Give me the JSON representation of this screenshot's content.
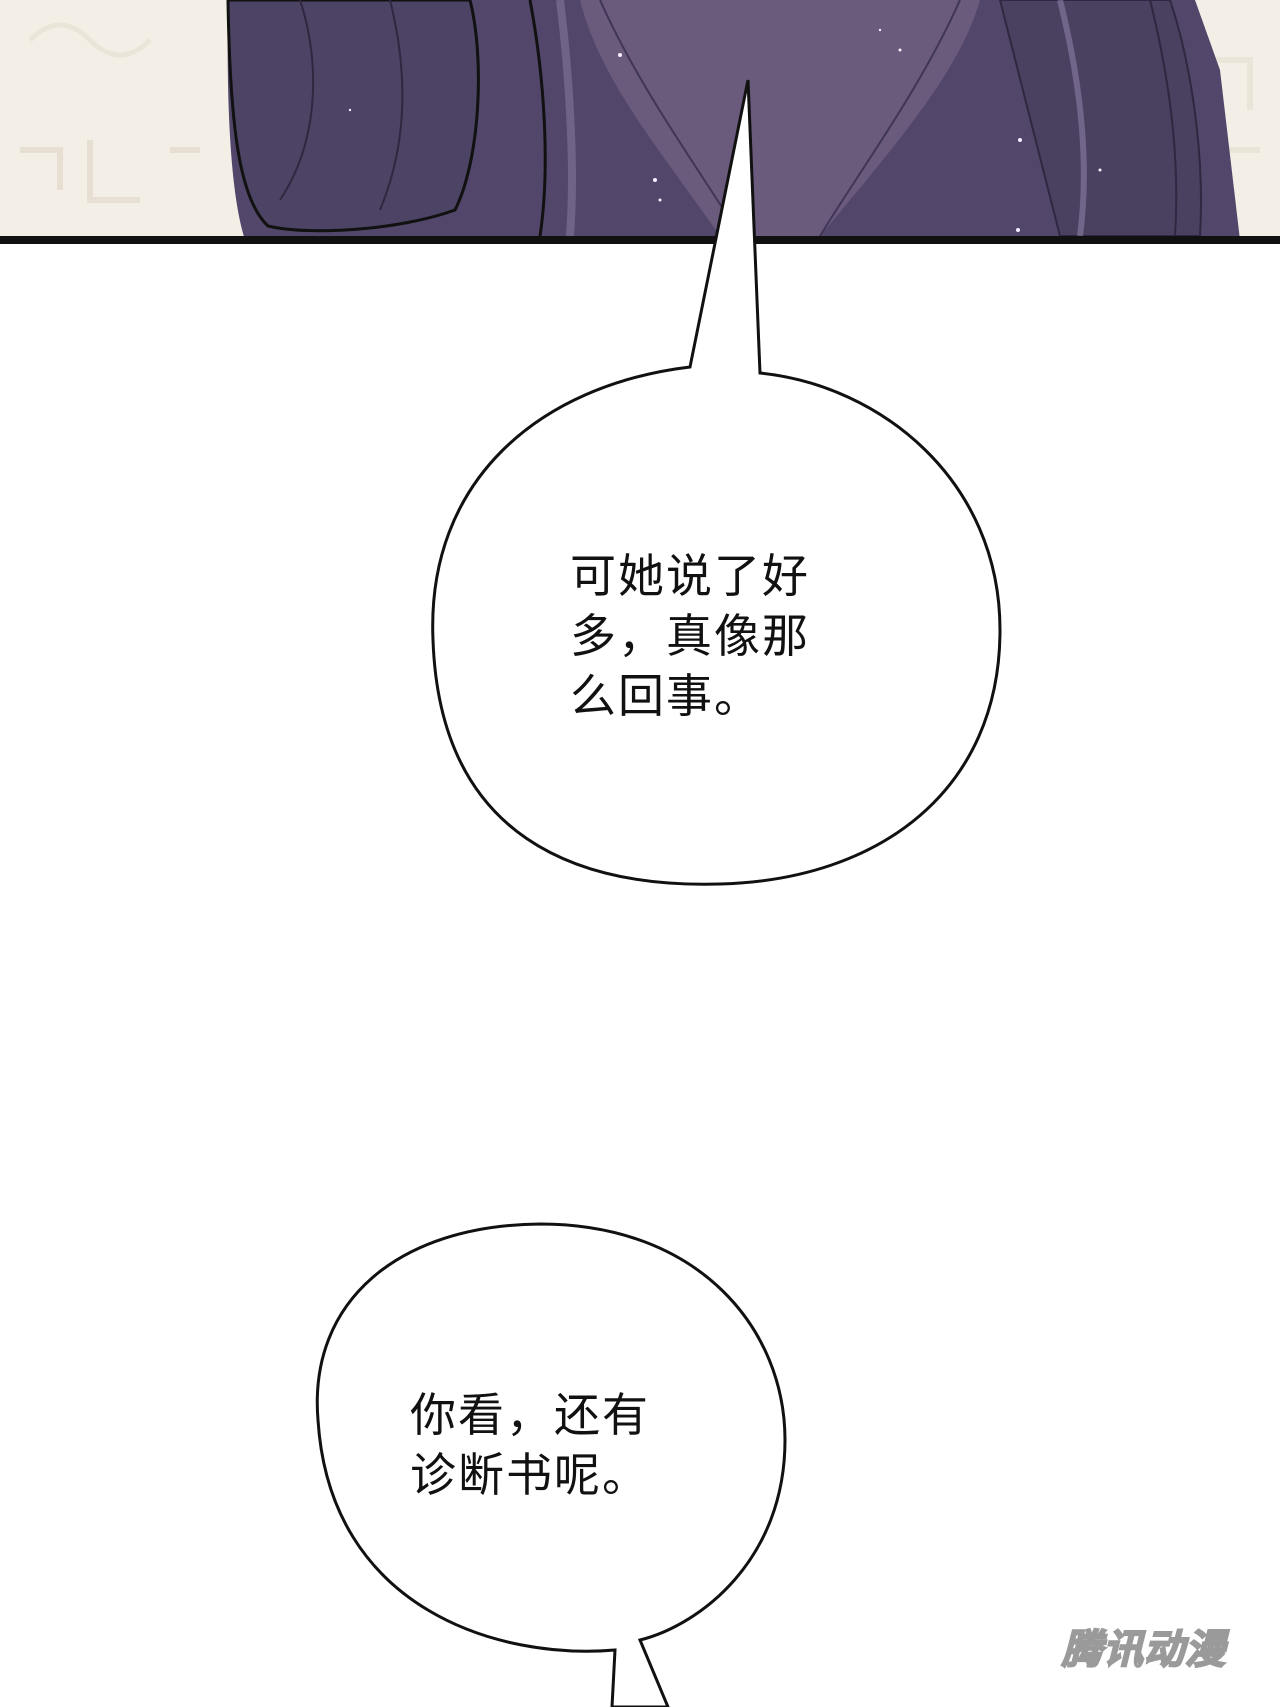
{
  "bubbles": [
    {
      "text": "可她说了好\n多，真像那\n么回事。"
    },
    {
      "text": "你看，还有\n诊断书呢。"
    }
  ],
  "watermark": {
    "text": "腾讯动漫"
  },
  "colors": {
    "robe": "#52476a",
    "robe_light": "#6a5a7c",
    "robe_shadow": "#3f3655",
    "wall": "#f4efe6",
    "ink": "#111111",
    "paper": "#ffffff"
  }
}
